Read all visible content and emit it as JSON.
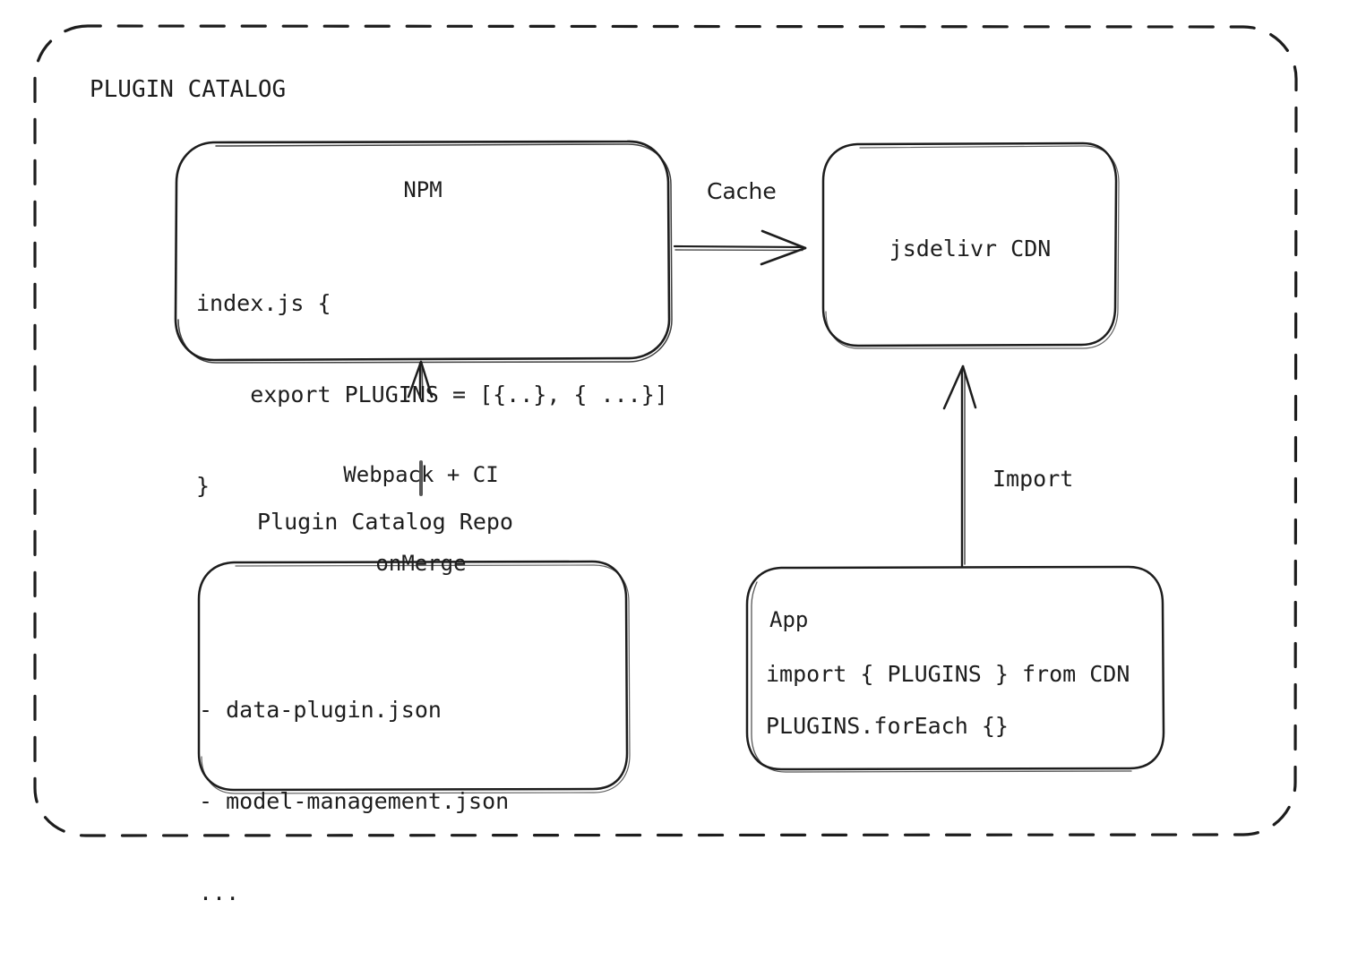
{
  "diagram": {
    "title": "PLUGIN CATALOG",
    "background_color": "#ffffff",
    "stroke_color": "#1d1d1d",
    "style": "hand-drawn sketch (excalidraw-like)",
    "container": {
      "label": "PLUGIN CATALOG",
      "border": "dashed rounded rectangle"
    },
    "nodes": {
      "npm": {
        "title": "NPM",
        "code_lines": [
          "index.js {",
          "    export PLUGINS = [{..}, { ...}]",
          "}"
        ]
      },
      "cdn": {
        "title": "jsdelivr CDN"
      },
      "repo": {
        "caption": "Plugin Catalog Repo",
        "lines": [
          "- data-plugin.json",
          "- model-management.json",
          "..."
        ]
      },
      "app": {
        "title": "App",
        "code_lines": [
          "import { PLUGINS } from CDN",
          "PLUGINS.forEach {}"
        ]
      }
    },
    "edges": [
      {
        "id": "npm-to-cdn",
        "label": "Cache",
        "from": "npm",
        "to": "cdn",
        "direction": "right"
      },
      {
        "id": "repo-to-npm",
        "label_lines": [
          "Webpack + CI",
          "onMerge"
        ],
        "from": "repo",
        "to": "npm",
        "direction": "up"
      },
      {
        "id": "app-to-cdn",
        "label": "Import",
        "from": "app",
        "to": "cdn",
        "direction": "up"
      }
    ]
  }
}
